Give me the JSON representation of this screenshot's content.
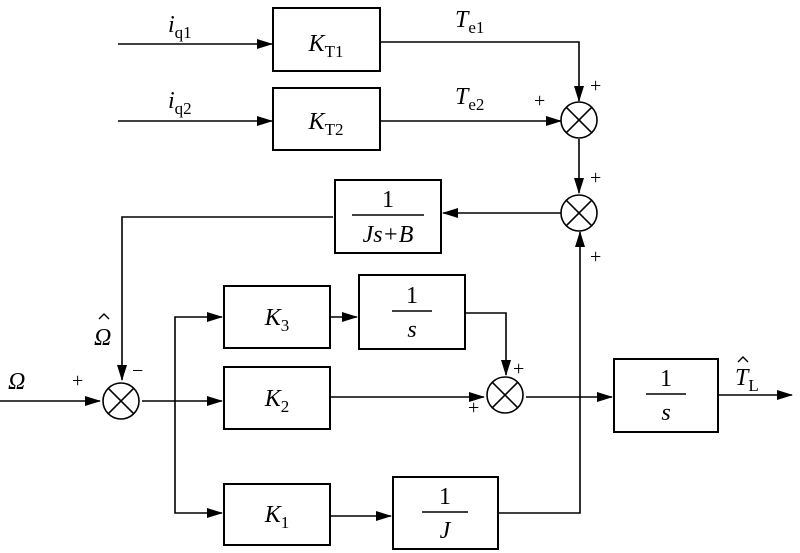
{
  "blocks": {
    "kt1": {
      "main": "K",
      "sub": "T1"
    },
    "kt2": {
      "main": "K",
      "sub": "T2"
    },
    "plant": {
      "num": "1",
      "den": "Js+B"
    },
    "k3": {
      "main": "K",
      "sub": "3"
    },
    "int1": {
      "num": "1",
      "den": "s"
    },
    "k2": {
      "main": "K",
      "sub": "2"
    },
    "k1": {
      "main": "K",
      "sub": "1"
    },
    "inertia": {
      "num": "1",
      "den": "J"
    },
    "int2": {
      "num": "1",
      "den": "s"
    }
  },
  "signals": {
    "iq1": {
      "main": "i",
      "sub": "q1"
    },
    "iq2": {
      "main": "i",
      "sub": "q2"
    },
    "te1": {
      "main": "T",
      "sub": "e1"
    },
    "te2": {
      "main": "T",
      "sub": "e2"
    },
    "omega": "Ω",
    "omega_hat": "Ω",
    "tl_hat": {
      "main": "T",
      "sub": "L"
    }
  },
  "signs": {
    "sum1_top": "+",
    "sum1_left": "+",
    "sum2_top": "+",
    "sum2_bottom": "+",
    "main_sum_left": "+",
    "main_sum_top": "−",
    "sum3_top": "+",
    "sum3_left": "+"
  }
}
